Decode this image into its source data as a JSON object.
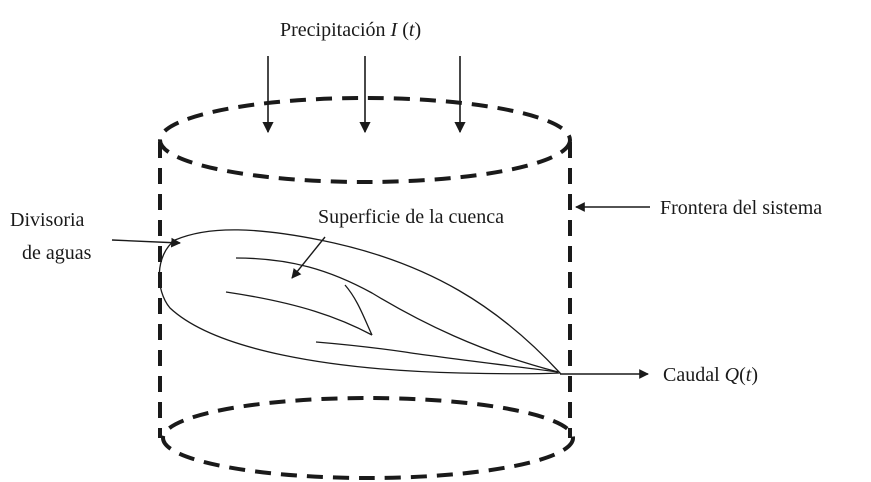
{
  "labels": {
    "precip_text": "Precipitación ",
    "precip_var": "I",
    "precip_arg": " (",
    "precip_t": "t",
    "precip_close": ")",
    "divisoria_line1": "Divisoria",
    "divisoria_line2": "de aguas",
    "superficie": "Superficie de la cuenca",
    "frontera": "Frontera del sistema",
    "caudal_text": "Caudal ",
    "caudal_var": "Q",
    "caudal_open": "(",
    "caudal_t": "t",
    "caudal_close": ")"
  },
  "colors": {
    "ink": "#1a1a1a",
    "background": "#ffffff"
  }
}
